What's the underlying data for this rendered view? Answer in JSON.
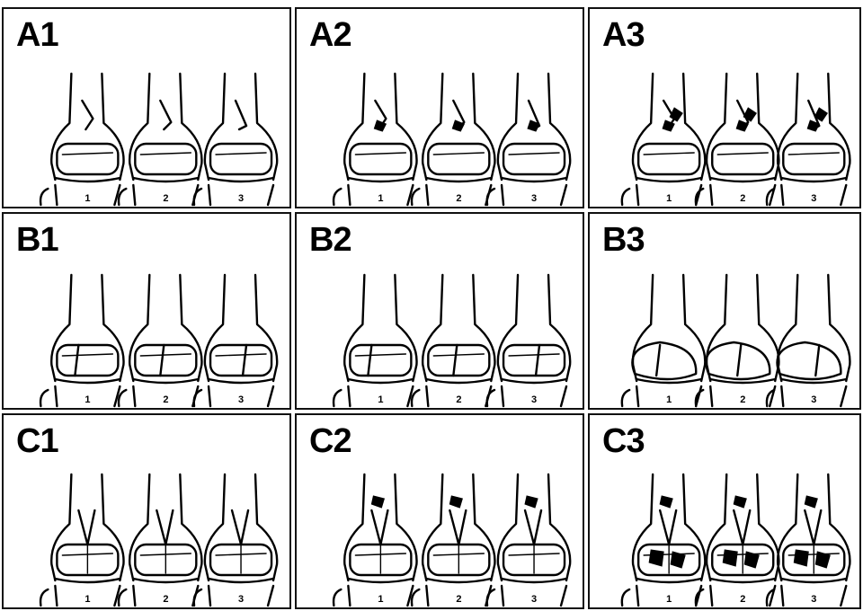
{
  "panels": [
    {
      "label": "A1",
      "numbers": [
        "1",
        "2",
        "3"
      ]
    },
    {
      "label": "A2",
      "numbers": [
        "1",
        "2",
        "3"
      ]
    },
    {
      "label": "A3",
      "numbers": [
        "1",
        "2",
        "3"
      ]
    },
    {
      "label": "B1",
      "numbers": [
        "1",
        "2",
        "3"
      ]
    },
    {
      "label": "B2",
      "numbers": [
        "1",
        "2",
        "3"
      ]
    },
    {
      "label": "B3",
      "numbers": [
        "1",
        "2",
        "3"
      ]
    },
    {
      "label": "C1",
      "numbers": [
        "1",
        "2",
        "3"
      ]
    },
    {
      "label": "C2",
      "numbers": [
        "1",
        "2",
        "3"
      ]
    },
    {
      "label": "C3",
      "numbers": [
        "1",
        "2",
        "3"
      ]
    }
  ],
  "colors": {
    "ink": "#000000",
    "paper": "#ffffff"
  }
}
